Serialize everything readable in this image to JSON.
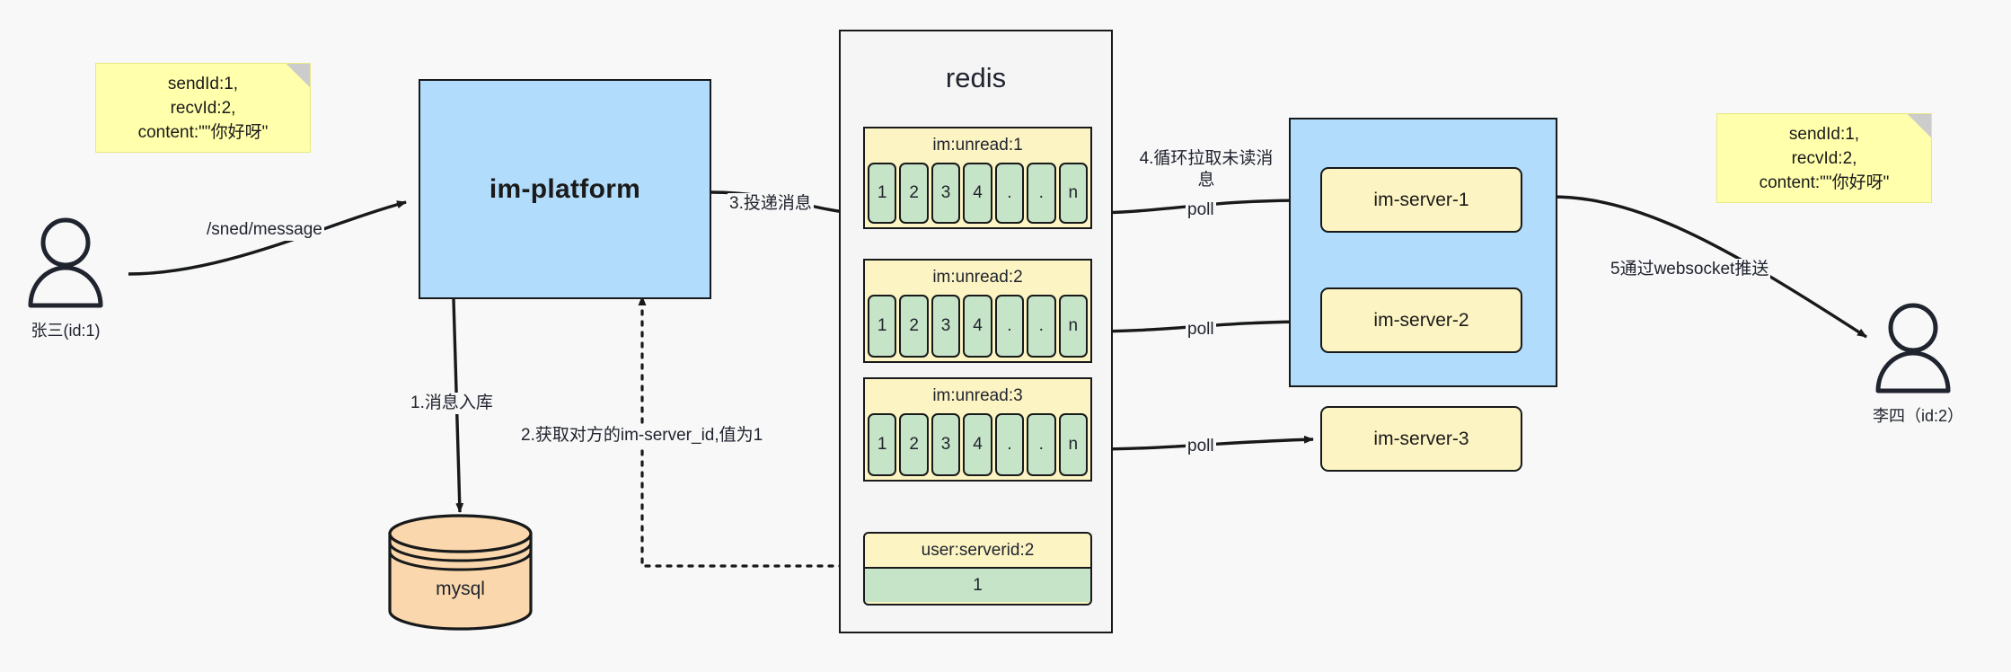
{
  "diagram": {
    "title": "IM message delivery architecture",
    "colors": {
      "note_fill": "#ffffac",
      "blue_fill": "#b1dcfb",
      "yellow_fill": "#fdf4c3",
      "green_fill": "#c6e4c8",
      "orange_fill": "#fad7ac",
      "stroke": "#17191b",
      "background": "#f8f8f8"
    }
  },
  "notes": {
    "left": "sendId:1,\nrecvId:2,\ncontent:\"\"你好呀\"",
    "right": "sendId:1,\nrecvId:2,\ncontent:\"\"你好呀\""
  },
  "actors": {
    "sender": {
      "label": "张三(id:1)",
      "icon": "person-icon"
    },
    "receiver": {
      "label": "李四（id:2）",
      "icon": "person-icon"
    }
  },
  "nodes": {
    "platform": "im-platform",
    "mysql": "mysql",
    "redis_title": "redis"
  },
  "redis": {
    "lists": [
      {
        "key": "im:unread:1",
        "cells": [
          "1",
          "2",
          "3",
          "4",
          ".",
          ".",
          "n"
        ]
      },
      {
        "key": "im:unread:2",
        "cells": [
          "1",
          "2",
          "3",
          "4",
          ".",
          ".",
          "n"
        ]
      },
      {
        "key": "im:unread:3",
        "cells": [
          "1",
          "2",
          "3",
          "4",
          ".",
          ".",
          "n"
        ]
      }
    ],
    "kv": {
      "key": "user:serverid:2",
      "value": "1"
    }
  },
  "cluster": {
    "servers": [
      "im-server-1",
      "im-server-2",
      "im-server-3"
    ]
  },
  "edges": {
    "send_message": "/sned/message",
    "step1": "1.消息入库",
    "step2": "2.获取对方的im-server_id,值为1",
    "step3": "3.投递消息",
    "step4": "4.循环拉取未读消\n息",
    "step5": "5通过websocket推送",
    "poll1": "poll",
    "poll2": "poll",
    "poll3": "poll"
  }
}
